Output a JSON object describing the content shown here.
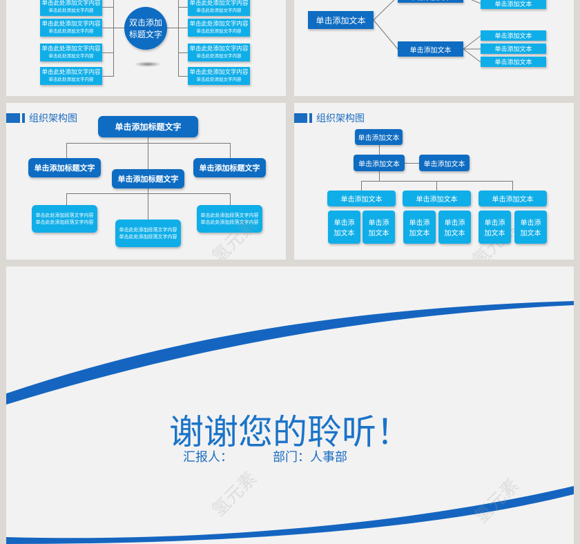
{
  "slide1": {
    "center": [
      "双击添加",
      "标题文字"
    ],
    "box_line1": "单击此处添加文字内容",
    "box_line2": "单击此处添加文字内容"
  },
  "slide2": {
    "node": "单击添加文本"
  },
  "slide3": {
    "title": "组织架构图",
    "head": "单击添加标题文字",
    "para": "单击此处添加段落文字内容"
  },
  "slide4": {
    "title": "组织架构图",
    "node": "单击添加文本",
    "small": [
      "单击添",
      "加文本"
    ]
  },
  "slide5": {
    "thanks": "谢谢您的聆听！",
    "reporter_label": "汇报人：",
    "dept": "部门：人事部"
  },
  "watermark": "氢元素",
  "colors": {
    "dark_blue": "#0e6cc2",
    "light_blue": "#10aee8",
    "background": "#dcd8d4"
  }
}
